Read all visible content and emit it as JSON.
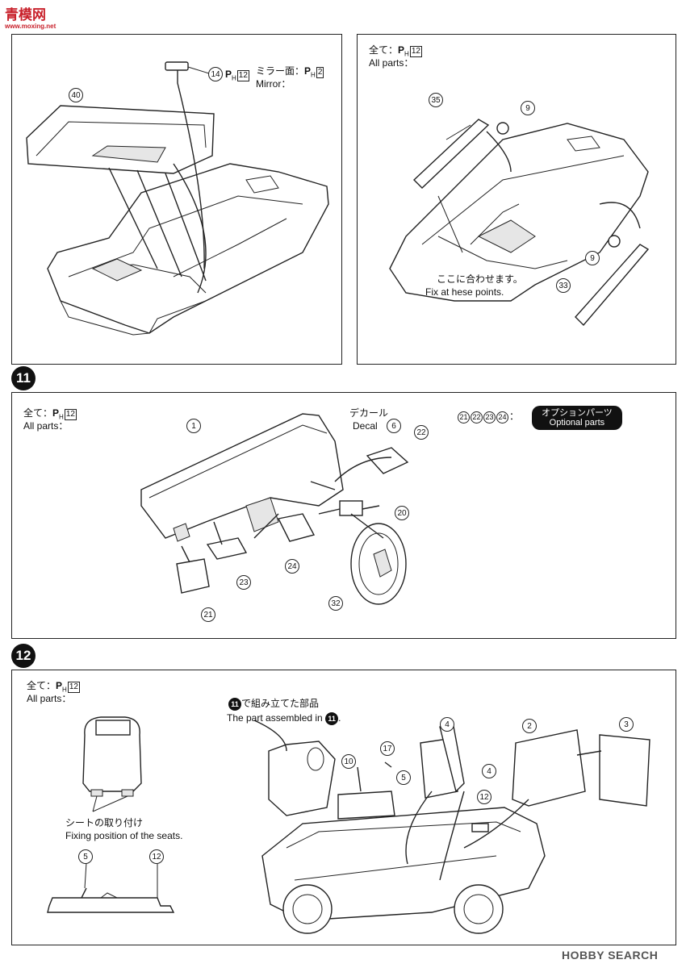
{
  "watermark_top": {
    "chars": "青",
    "text": "模网",
    "url": "www.moxing.net"
  },
  "watermark_bottom": {
    "brand": "HOBBY",
    "suffix": "SEARCH"
  },
  "steps": [
    {
      "number": "11"
    },
    {
      "number": "12"
    }
  ],
  "panel_a": {
    "callouts": [
      "14",
      "40"
    ],
    "ph_ref": "12",
    "mirror_jp": "ミラー面：",
    "mirror_ph_ref": "2",
    "mirror_en": "Mirror："
  },
  "panel_b": {
    "all_parts_jp": "全て：",
    "ph_ref": "12",
    "all_parts_en": "All parts：",
    "callouts": [
      "35",
      "9",
      "9",
      "33"
    ],
    "note_jp": "ここに合わせます。",
    "note_en": "Fix at hese points."
  },
  "panel_c": {
    "all_parts_jp": "全て：",
    "ph_ref": "12",
    "all_parts_en": "All parts：",
    "decal_jp": "デカール",
    "decal_en": "Decal",
    "decal_num": "6",
    "callouts": [
      "1",
      "22",
      "20",
      "24",
      "23",
      "21",
      "32"
    ],
    "options_nums": [
      "21",
      "22",
      "23",
      "24"
    ],
    "options_colon": "：",
    "options_jp": "オプションパーツ",
    "options_en": "Optional parts"
  },
  "panel_d": {
    "all_parts_jp": "全て：",
    "ph_ref": "12",
    "all_parts_en": "All parts：",
    "seat_fix_jp": "シートの取り付け",
    "seat_fix_en": "Fixing position of the seats.",
    "assembled_step": "11",
    "assembled_jp": "で組み立てた部品",
    "assembled_en": "The part assembled in",
    "assembled_end": ".",
    "callouts": [
      "5",
      "12",
      "10",
      "17",
      "5",
      "4",
      "4",
      "12",
      "2",
      "3"
    ]
  },
  "ph_symbol": "P",
  "ph_sub": "H"
}
